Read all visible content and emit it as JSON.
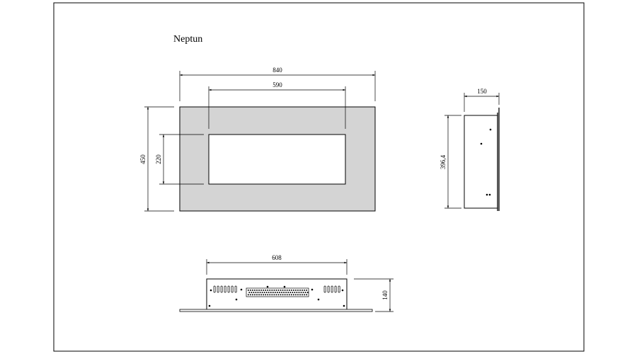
{
  "title": "Neptun",
  "front_view": {
    "overall_width": "840",
    "opening_width": "590",
    "overall_height": "450",
    "opening_height": "220"
  },
  "side_view": {
    "depth": "150",
    "height": "396,4"
  },
  "bottom_view": {
    "width": "608",
    "depth": "140"
  },
  "colors": {
    "frame_fill": "#d4d4d4",
    "line": "#000000",
    "background": "#ffffff"
  }
}
